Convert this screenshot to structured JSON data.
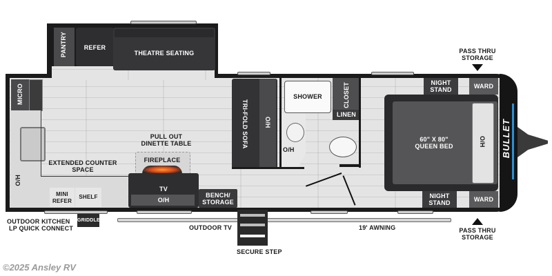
{
  "floorplan": {
    "brand": "BULLET",
    "brand_accent": "#2b8fd6",
    "rooms": {
      "kitchen": {
        "pantry": "PANTRY",
        "refer": "REFER",
        "micro": "MICRO",
        "oh_left": "O/H",
        "extended_counter": [
          "EXTENDED COUNTER",
          "SPACE"
        ],
        "mini_refer": [
          "MINI",
          "REFER"
        ],
        "shelf": "SHELF"
      },
      "living": {
        "theatre_seating": "THEATRE SEATING",
        "dinette": [
          "PULL OUT",
          "DINETTE TABLE"
        ],
        "fireplace": "FIREPLACE",
        "tv": "TV",
        "tv_oh": "O/H",
        "bench": [
          "BENCH/",
          "STORAGE"
        ],
        "sofa": "TRI-FOLD SOFA",
        "sofa_oh": "O/H"
      },
      "bath": {
        "shower": "SHOWER",
        "closet": "CLOSET",
        "linen": "LINEN",
        "sink_oh": "O/H"
      },
      "bedroom": {
        "night_stand_top": [
          "NIGHT",
          "STAND"
        ],
        "ward_top": "WARD",
        "bed": [
          "60\" X 80\"",
          "QUEEN BED"
        ],
        "bed_oh": "O/H",
        "night_stand_bottom": [
          "NIGHT",
          "STAND"
        ],
        "ward_bottom": "WARD"
      }
    },
    "exterior": {
      "pass_thru_top": [
        "PASS THRU",
        "STORAGE"
      ],
      "pass_thru_bottom": [
        "PASS THRU",
        "STORAGE"
      ],
      "outdoor_kitchen": [
        "OUTDOOR KITCHEN",
        "LP QUICK CONNECT"
      ],
      "griddle": "GRIDDLE",
      "outdoor_tv": "OUTDOOR TV",
      "awning": "19' AWNING",
      "secure_step": "SECURE STEP"
    }
  },
  "watermark": "©2025 Ansley RV"
}
